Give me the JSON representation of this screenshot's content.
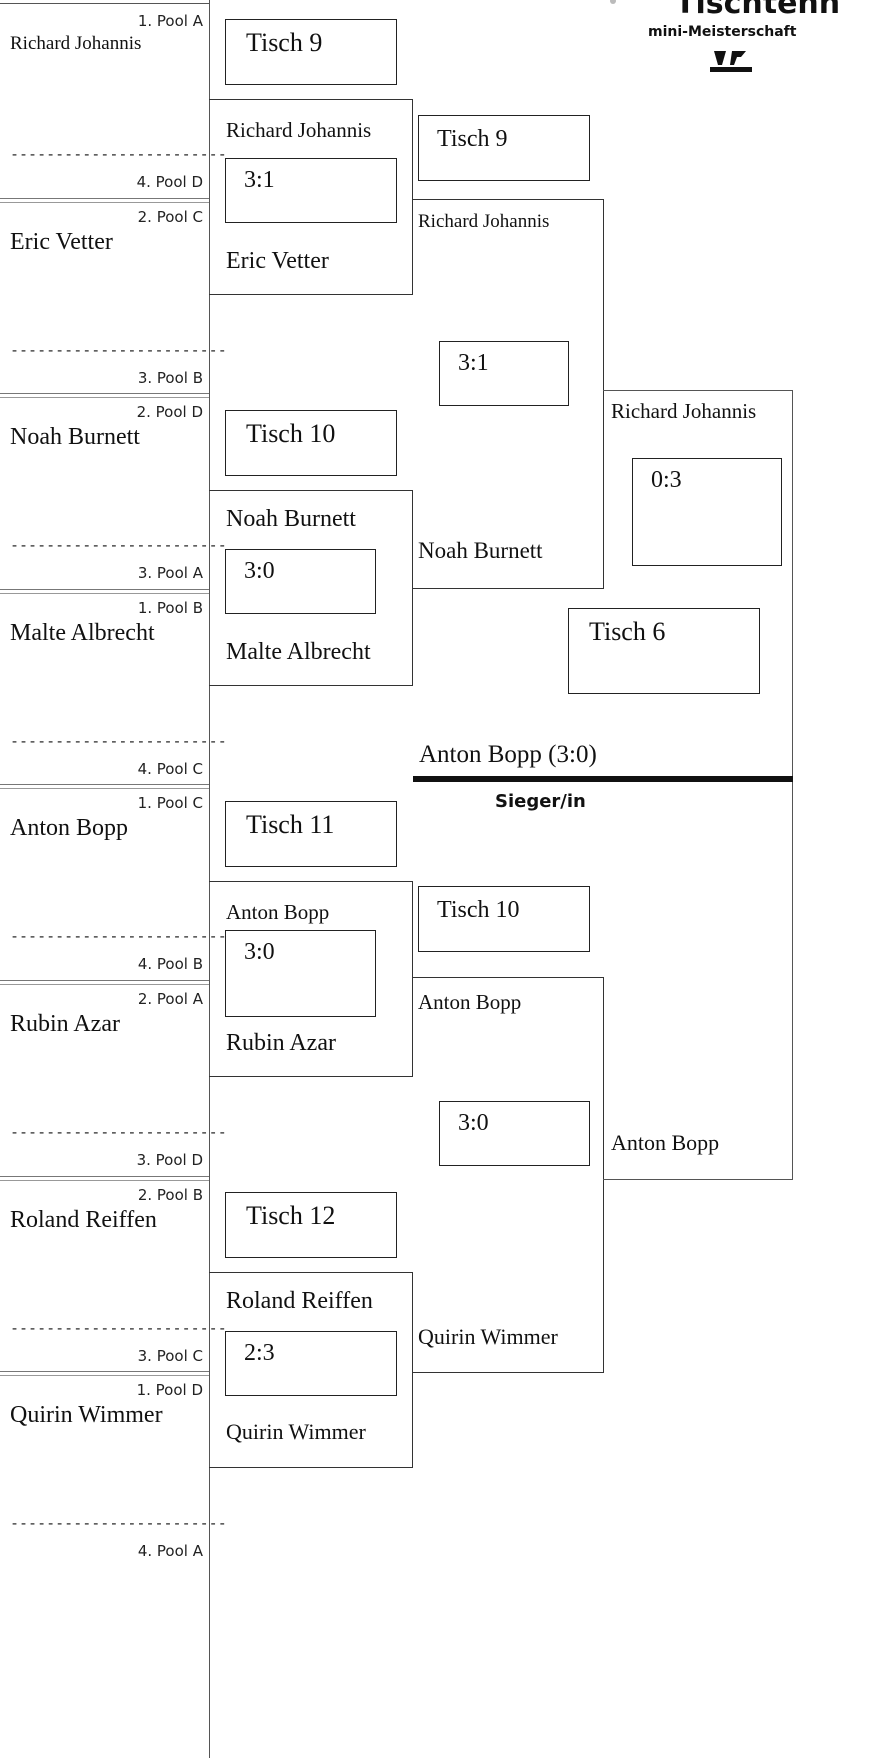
{
  "header": {
    "logo_title": "Tischtenn",
    "logo_subtitle": "mini-Meisterschaft",
    "logo_icon": "bank-logo-icon"
  },
  "seeds": [
    "1. Pool A",
    "4. Pool D",
    "2. Pool C",
    "3. Pool B",
    "2. Pool D",
    "3. Pool A",
    "1. Pool B",
    "4. Pool C",
    "1. Pool C",
    "4. Pool B",
    "2. Pool A",
    "3. Pool D",
    "2. Pool B",
    "3. Pool C",
    "1. Pool D",
    "4. Pool A"
  ],
  "entrants": [
    "Richard Johannis",
    "Eric Vetter",
    "Noah Burnett",
    "Malte Albrecht",
    "Anton Bopp",
    "Rubin Azar",
    "Roland Reiffen",
    "Quirin Wimmer"
  ],
  "placeholder": "------------------------",
  "quarterfinals": [
    {
      "table": "Tisch 9",
      "top": "Richard Johannis",
      "score": "3:1",
      "bottom": "Eric Vetter"
    },
    {
      "table": "Tisch 10",
      "top": "Noah Burnett",
      "score": "3:0",
      "bottom": "Malte Albrecht"
    },
    {
      "table": "Tisch 11",
      "top": "Anton Bopp",
      "score": "3:0",
      "bottom": "Rubin Azar"
    },
    {
      "table": "Tisch 12",
      "top": "Roland Reiffen",
      "score": "2:3",
      "bottom": "Quirin Wimmer"
    }
  ],
  "semifinals": [
    {
      "table": "Tisch 9",
      "top": "Richard Johannis",
      "score": "3:1",
      "bottom": "Noah Burnett"
    },
    {
      "table": "Tisch 10",
      "top": "Anton Bopp",
      "score": "3:0",
      "bottom": "Quirin Wimmer"
    }
  ],
  "final": {
    "table": "Tisch 6",
    "top": "Richard Johannis",
    "score": "0:3",
    "bottom": "Anton Bopp"
  },
  "winner": {
    "result": "Anton Bopp (3:0)",
    "label": "Sieger/in"
  }
}
